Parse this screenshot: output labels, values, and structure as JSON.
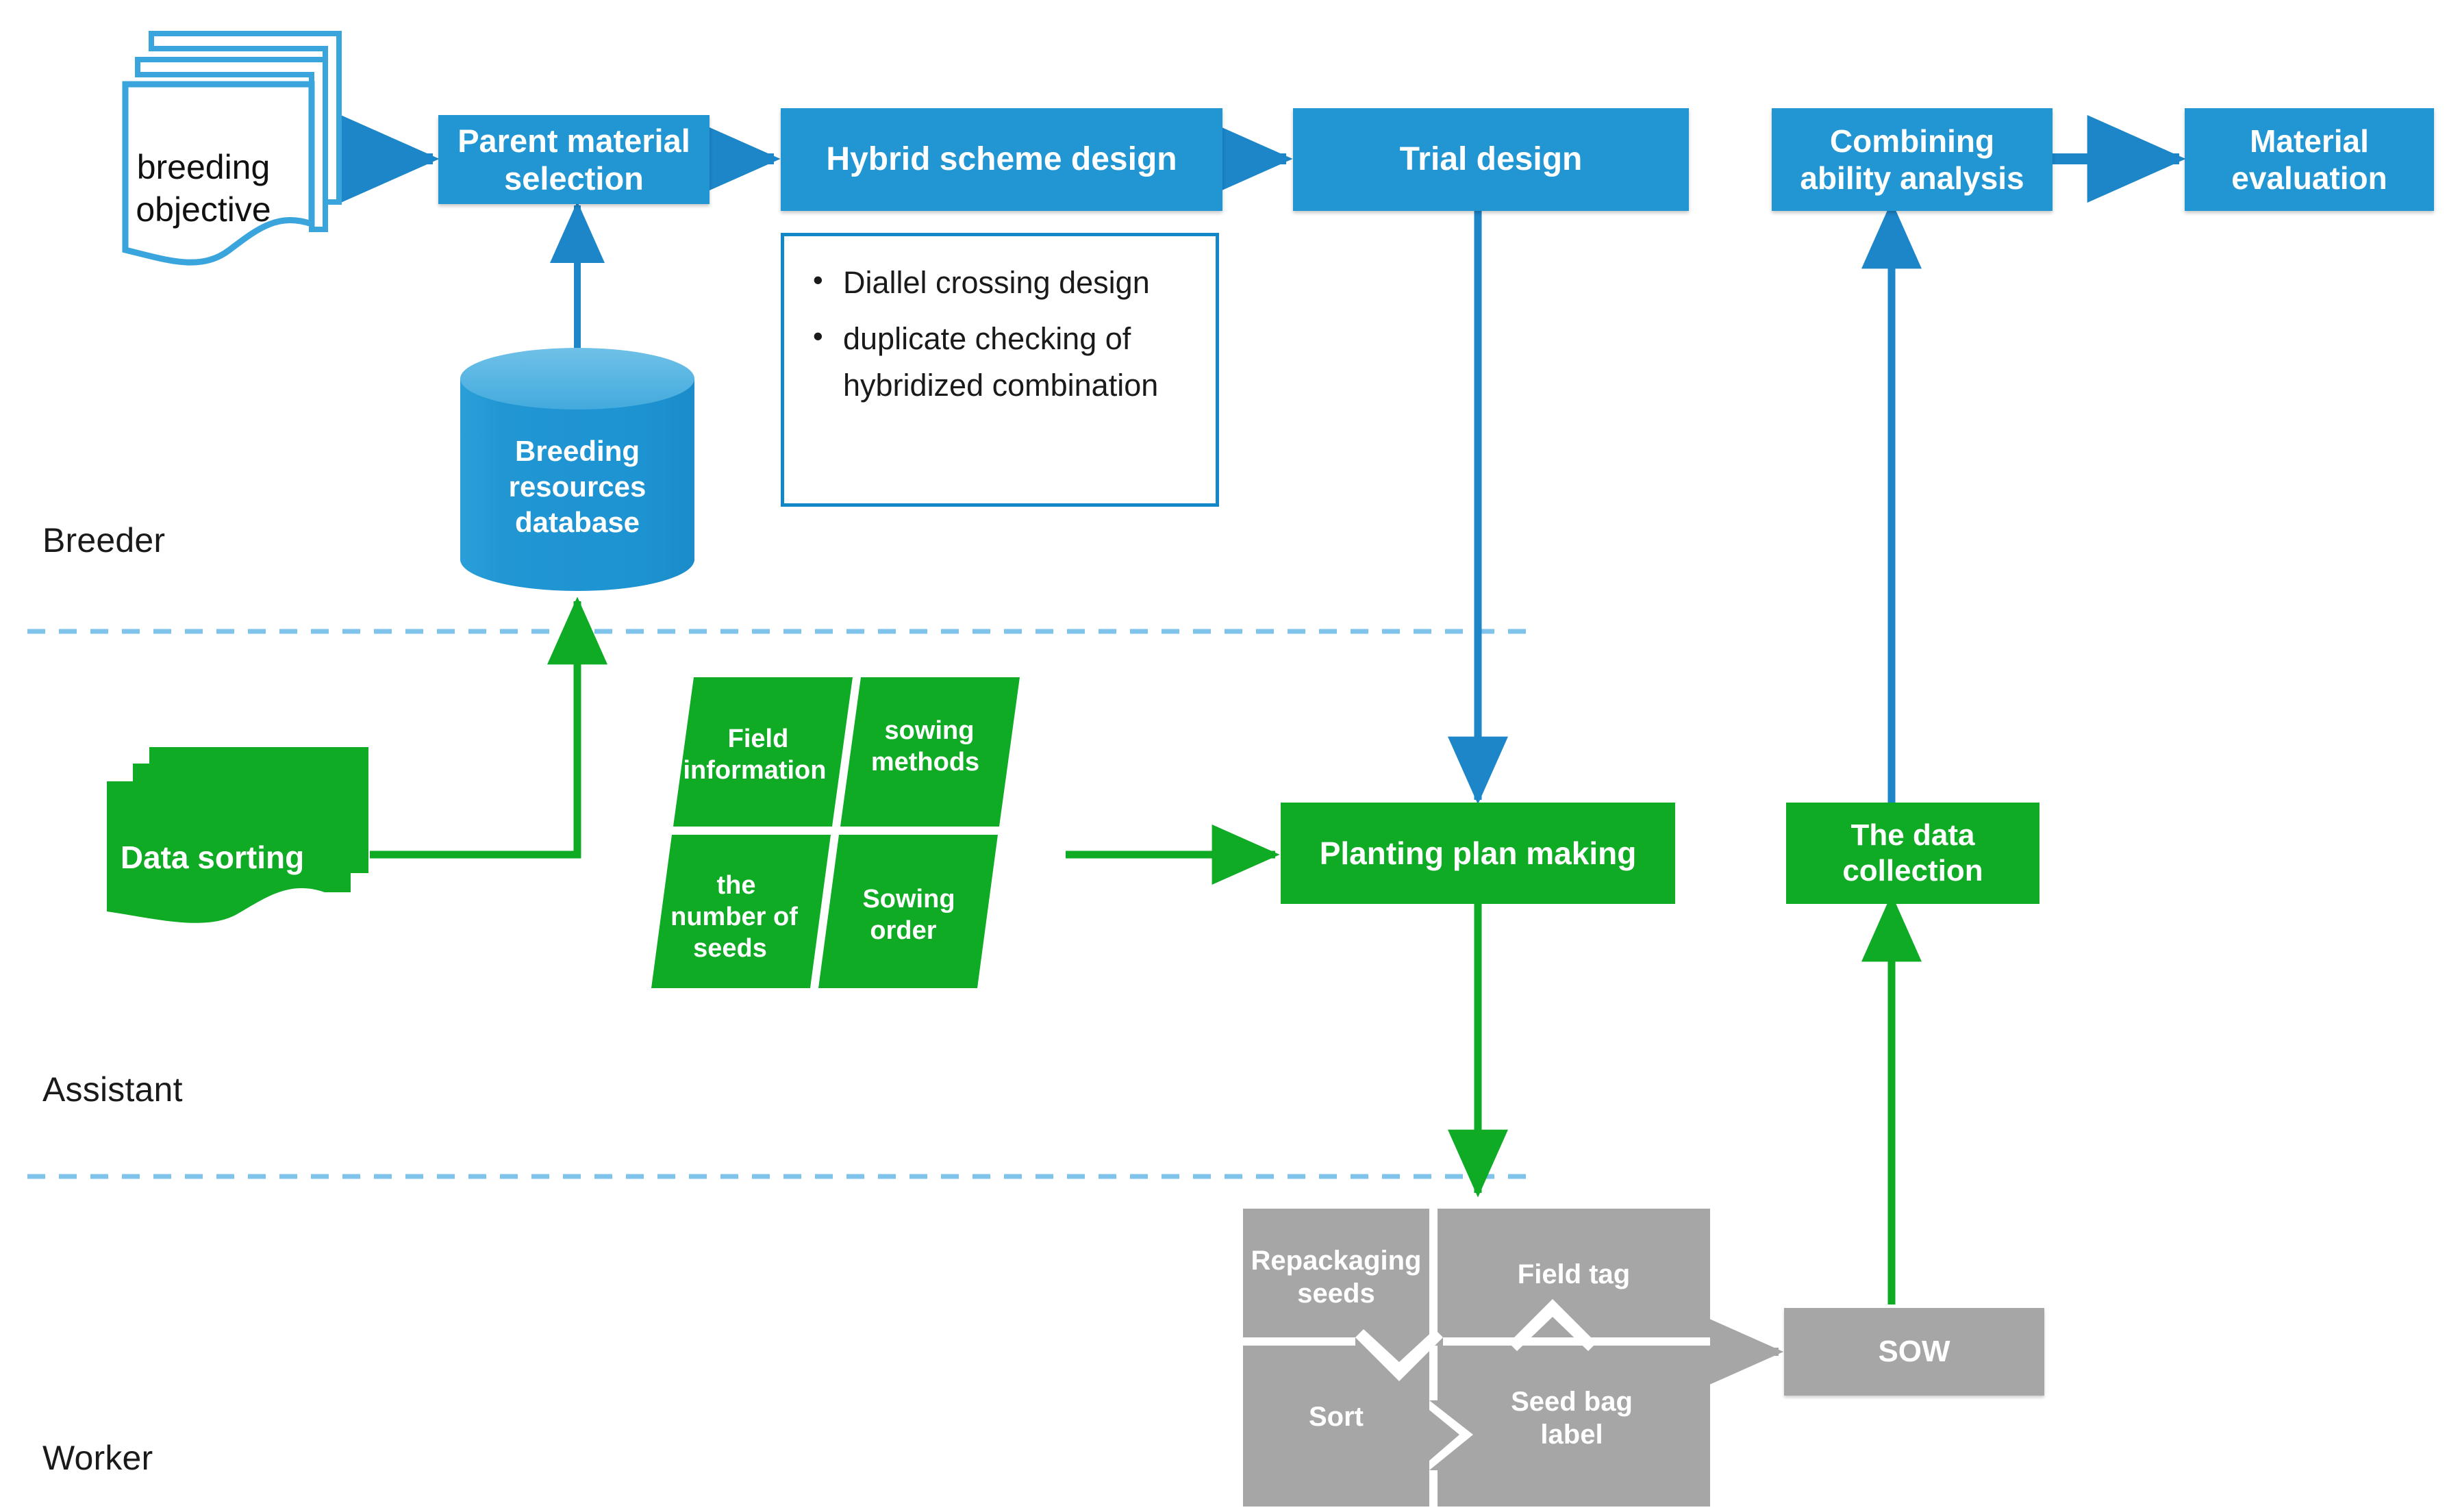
{
  "colors": {
    "blue": "#2196d3",
    "blue_dark": "#1279bd",
    "green": "#0fab25",
    "gray": "#a6a6a6",
    "lane_divider": "#7fc2ea",
    "text_dark": "#1a1a1a"
  },
  "lanes": [
    {
      "label": "Breeder"
    },
    {
      "label": "Assistant"
    },
    {
      "label": "Worker"
    }
  ],
  "breeder": {
    "breeding_objective": "breeding\nobjective",
    "breeding_objective_line1": "breeding",
    "breeding_objective_line2": "objective",
    "parent_material_selection": "Parent material\nselection",
    "parent_material_selection_l1": "Parent material",
    "parent_material_selection_l2": "selection",
    "hybrid_scheme_design": "Hybrid scheme design",
    "trial_design": "Trial design",
    "combining_ability_analysis_l1": "Combining",
    "combining_ability_analysis_l2": "ability analysis",
    "material_evaluation_l1": "Material",
    "material_evaluation_l2": "evaluation",
    "breeding_resources_database_l1": "Breeding",
    "breeding_resources_database_l2": "resources",
    "breeding_resources_database_l3": "database",
    "scheme_notes": [
      "Diallel crossing design",
      "duplicate checking of",
      "hybridized combination"
    ],
    "scheme_note_1": "Diallel crossing design",
    "scheme_note_2": "duplicate checking of hybridized combination"
  },
  "assistant": {
    "data_sorting": "Data sorting",
    "planting_plan_making": "Planting plan making",
    "the_data_collection_l1": "The data",
    "the_data_collection_l2": "collection",
    "planning_quadrants": [
      {
        "l1": "Field",
        "l2": "information"
      },
      {
        "l1": "sowing",
        "l2": "methods"
      },
      {
        "l1": "the",
        "l2": "number of",
        "l3": "seeds"
      },
      {
        "l1": "Sowing",
        "l2": "order"
      }
    ]
  },
  "worker": {
    "repackaging_seeds_l1": "Repackaging",
    "repackaging_seeds_l2": "seeds",
    "field_tag": "Field tag",
    "sort": "Sort",
    "seed_bag_label_l1": "Seed bag",
    "seed_bag_label_l2": "label",
    "sow": "SOW"
  }
}
